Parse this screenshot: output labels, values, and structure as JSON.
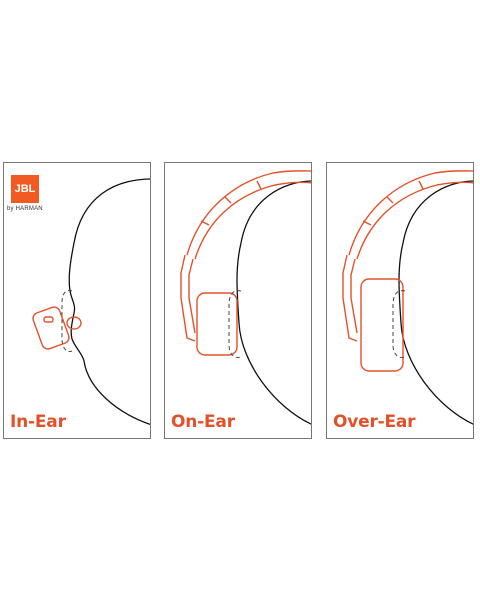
{
  "brand": {
    "logo_text": "JBL",
    "sub_brand": "by HARMAN",
    "accent_color": "#e3512a"
  },
  "panels": [
    {
      "label": "In-Ear"
    },
    {
      "label": "On-Ear"
    },
    {
      "label": "Over-Ear"
    }
  ]
}
